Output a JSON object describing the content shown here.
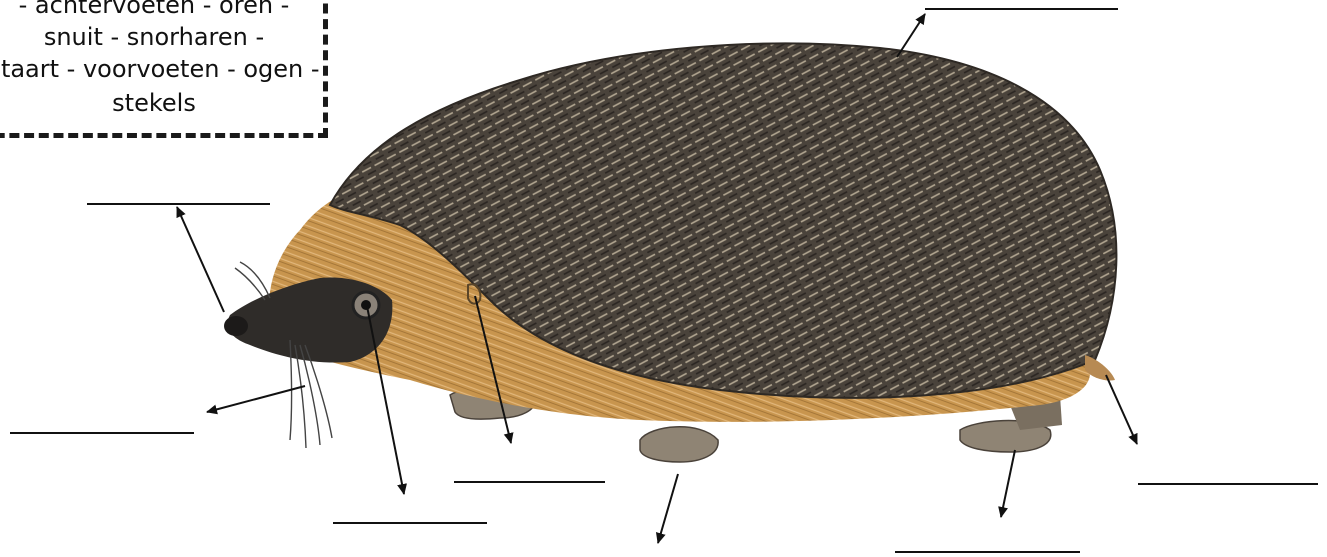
{
  "word_box": {
    "lines": [
      "- achtervoeten - oren -",
      "snuit - snorharen -",
      "staart - voorvoeten - ogen -",
      "stekels"
    ]
  },
  "colors": {
    "spines_dark": "#3b3530",
    "spines_light": "#a89c88",
    "fur": "#c8954e",
    "fur_light": "#e0b579",
    "face": "#2c2a28",
    "feet": "#8f8474",
    "ink": "#111111"
  }
}
